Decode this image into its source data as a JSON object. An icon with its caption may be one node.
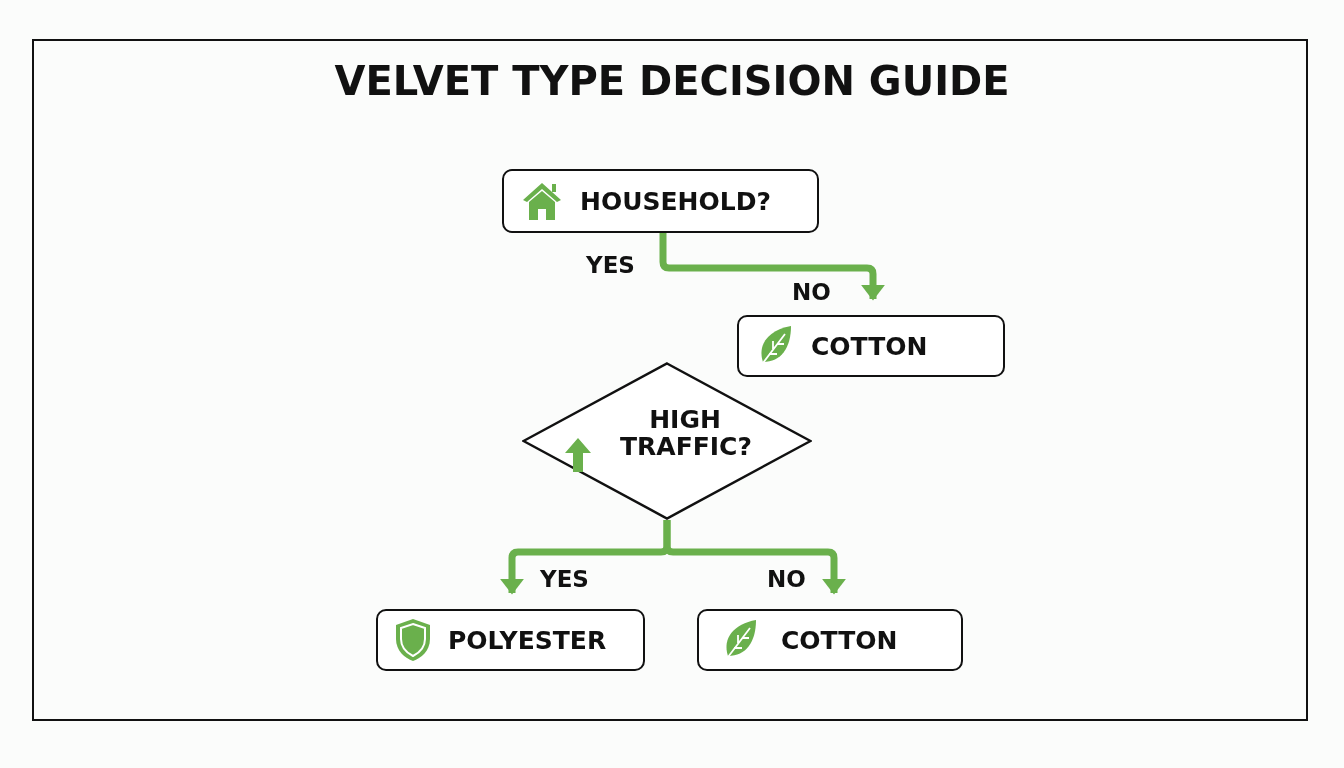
{
  "diagram": {
    "title": "VELVET TYPE DECISION GUIDE",
    "nodes": [
      {
        "text": [
          "HOUSEHOLD?"
        ]
      },
      {
        "text": [
          "COTTON"
        ]
      },
      {
        "text": [
          "HIGH TRAFFIC?"
        ]
      },
      {
        "text": [
          "POLYESTER"
        ]
      },
      {
        "text": [
          "COTTON"
        ]
      }
    ],
    "edges": [
      {
        "from": 0,
        "to": 1,
        "arrow": "to",
        "label": "NO"
      },
      {
        "from": 2,
        "to": 3,
        "arrow": "to",
        "label": "YES"
      },
      {
        "from": 2,
        "to": 4,
        "arrow": "to",
        "label": "NO"
      }
    ],
    "labels": [
      "YES"
    ]
  }
}
